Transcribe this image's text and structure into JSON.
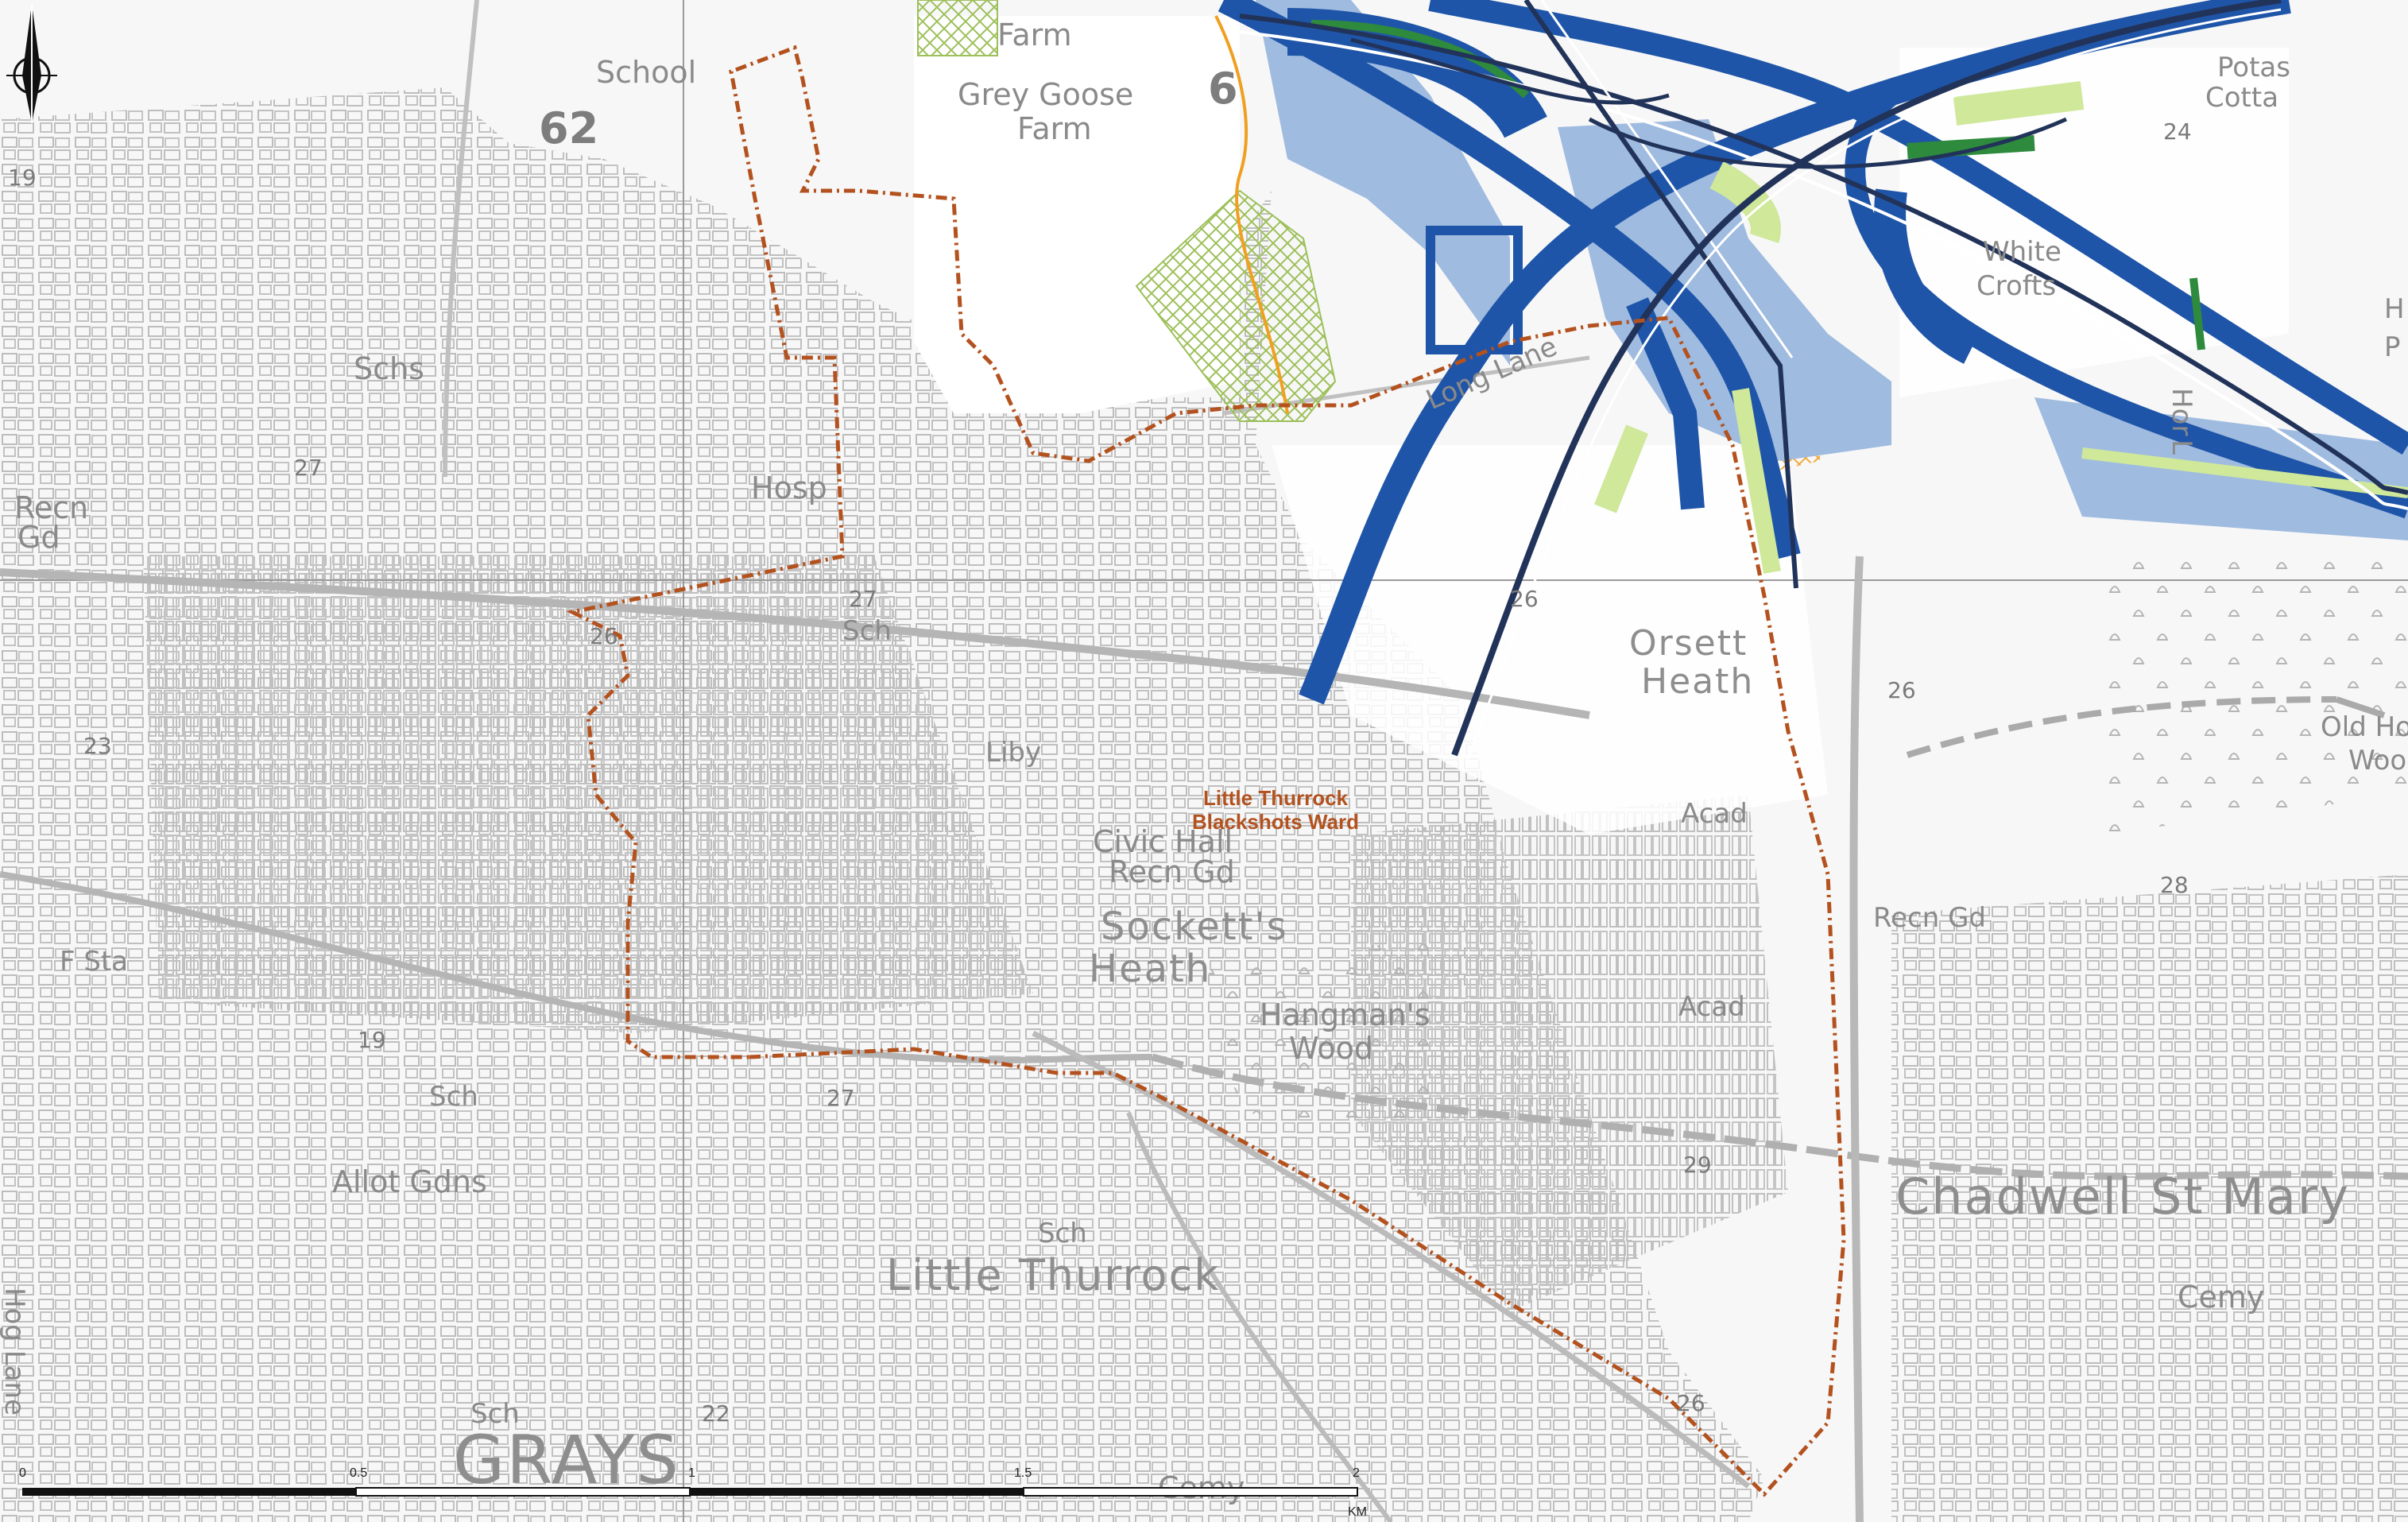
{
  "ward": {
    "line1": "Little Thurrock",
    "line2": "Blackshots Ward"
  },
  "places": {
    "school": "School",
    "grey_goose_1": "Grey Goose",
    "grey_goose_2": "Farm",
    "farm": "Farm",
    "schs": "Schs",
    "hosp": "Hosp",
    "recn_gd_1": "Recn",
    "recn_gd_2": "Gd",
    "sch_27": "Sch",
    "liby": "Liby",
    "civic_hall": "Civic Hall",
    "recn_gd_centre": "Recn Gd",
    "socketts_1": "Sockett's",
    "socketts_2": "Heath",
    "hangmans_1": "Hangman's",
    "hangmans_2": "Wood",
    "orsett_1": "Orsett",
    "orsett_2": "Heath",
    "acad_1": "Acad",
    "acad_2": "Acad",
    "recn_gd_east": "Recn Gd",
    "f_sta": "F Sta",
    "sch_19": "Sch",
    "allot": "Allot Gdns",
    "sch_little": "Sch",
    "little_thurrock": "Little Thurrock",
    "sch_grays": "Sch",
    "grays": "GRAYS",
    "cemy_bottom": "Cemy",
    "chadwell": "Chadwell St Mary",
    "cemy_right": "Cemy",
    "old_house_1": "Old House",
    "old_house_2": "Wood",
    "white_1": "White",
    "white_2": "Crofts",
    "potash_1": "Potas",
    "potash_2": "Cotta",
    "long_lane": "Long Lane",
    "hog_lane": "Hog Lane",
    "hor": "Hor",
    "l": "L",
    "h_right": "H",
    "p_right": "P"
  },
  "grid_numbers": {
    "g62": "62",
    "g6": "6"
  },
  "heights": {
    "h19a": "19",
    "h27a": "27",
    "h23": "23",
    "h26a": "26",
    "h27b": "27",
    "h19b": "19",
    "h27c": "27",
    "h22": "22",
    "h26b": "26",
    "h26c": "26",
    "h28": "28",
    "h29": "29",
    "h26d": "26",
    "h24": "24"
  },
  "scale_bar": {
    "ticks": [
      "0",
      "0.5",
      "1",
      "1.5",
      "2"
    ],
    "unit": "KM"
  },
  "colors": {
    "ward_boundary": "#b3521f",
    "scheme_blue": "#1f55a8",
    "scheme_light_blue": "#7fa6d8",
    "scheme_green": "#2e8a3c",
    "scheme_light_green": "#cfe89a",
    "hatch_green": "#9dc05a",
    "road_orange": "#f0a020",
    "base_map_grey": "#b8b8b8"
  },
  "north_arrow": "north-arrow-icon"
}
